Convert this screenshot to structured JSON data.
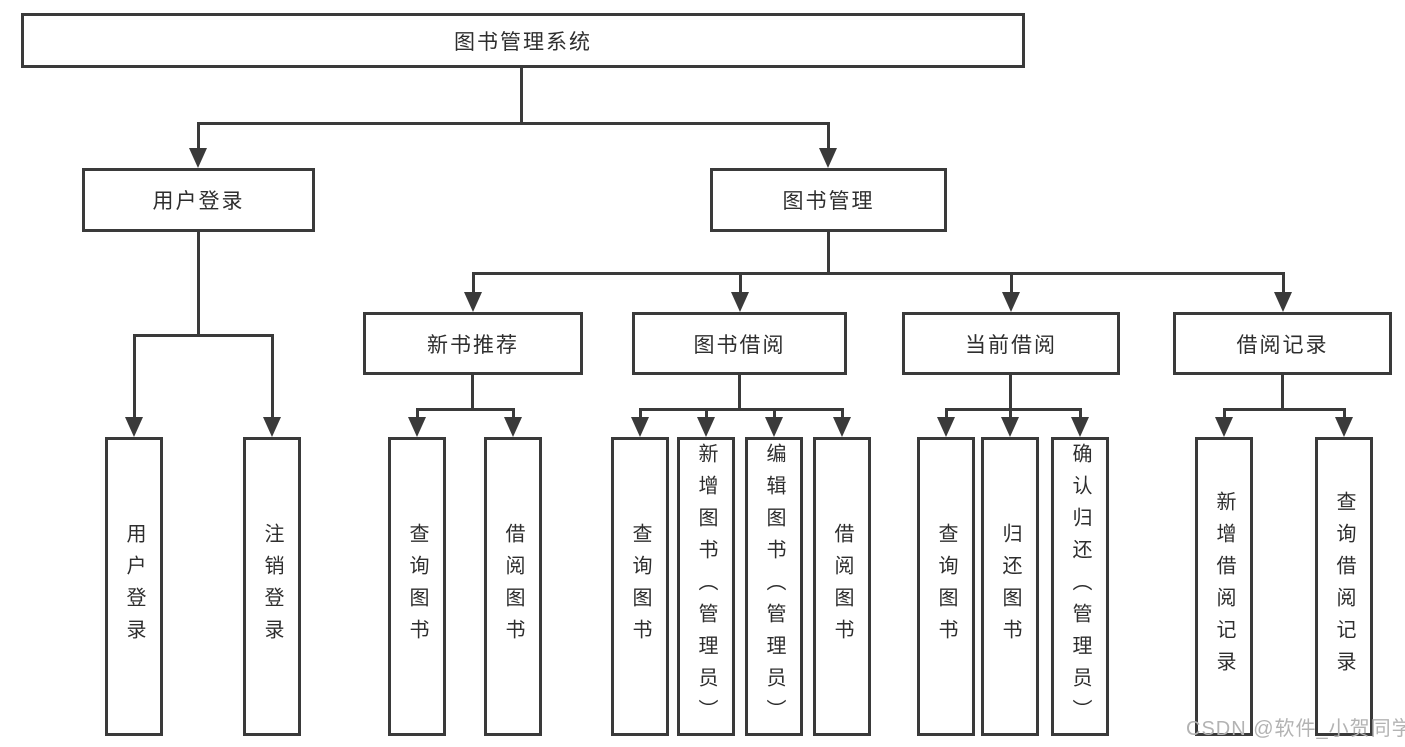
{
  "diagram_type": "hierarchy-tree",
  "colors": {
    "background": "#ffffff",
    "line": "#3a3a3a",
    "text": "#2e2e2e",
    "watermark_text": "#b3b3b3"
  },
  "nodes": {
    "root": "图书管理系统",
    "level2": {
      "user_login": "用户登录",
      "book_mgmt": "图书管理"
    },
    "level3": {
      "new_books": "新书推荐",
      "book_borrow": "图书借阅",
      "current_borrow": "当前借阅",
      "borrow_records": "借阅记录"
    },
    "leaves": {
      "user_login": [
        "用户登录",
        "注销登录"
      ],
      "new_books": [
        "查询图书",
        "借阅图书"
      ],
      "book_borrow": [
        "查询图书",
        "新增图书（管理员）",
        "编辑图书（管理员）",
        "借阅图书"
      ],
      "current_borrow": [
        "查询图书",
        "归还图书",
        "确认归还（管理员）"
      ],
      "borrow_records": [
        "新增借阅记录",
        "查询借阅记录"
      ]
    }
  },
  "watermark": "CSDN @软件_小贺同学"
}
